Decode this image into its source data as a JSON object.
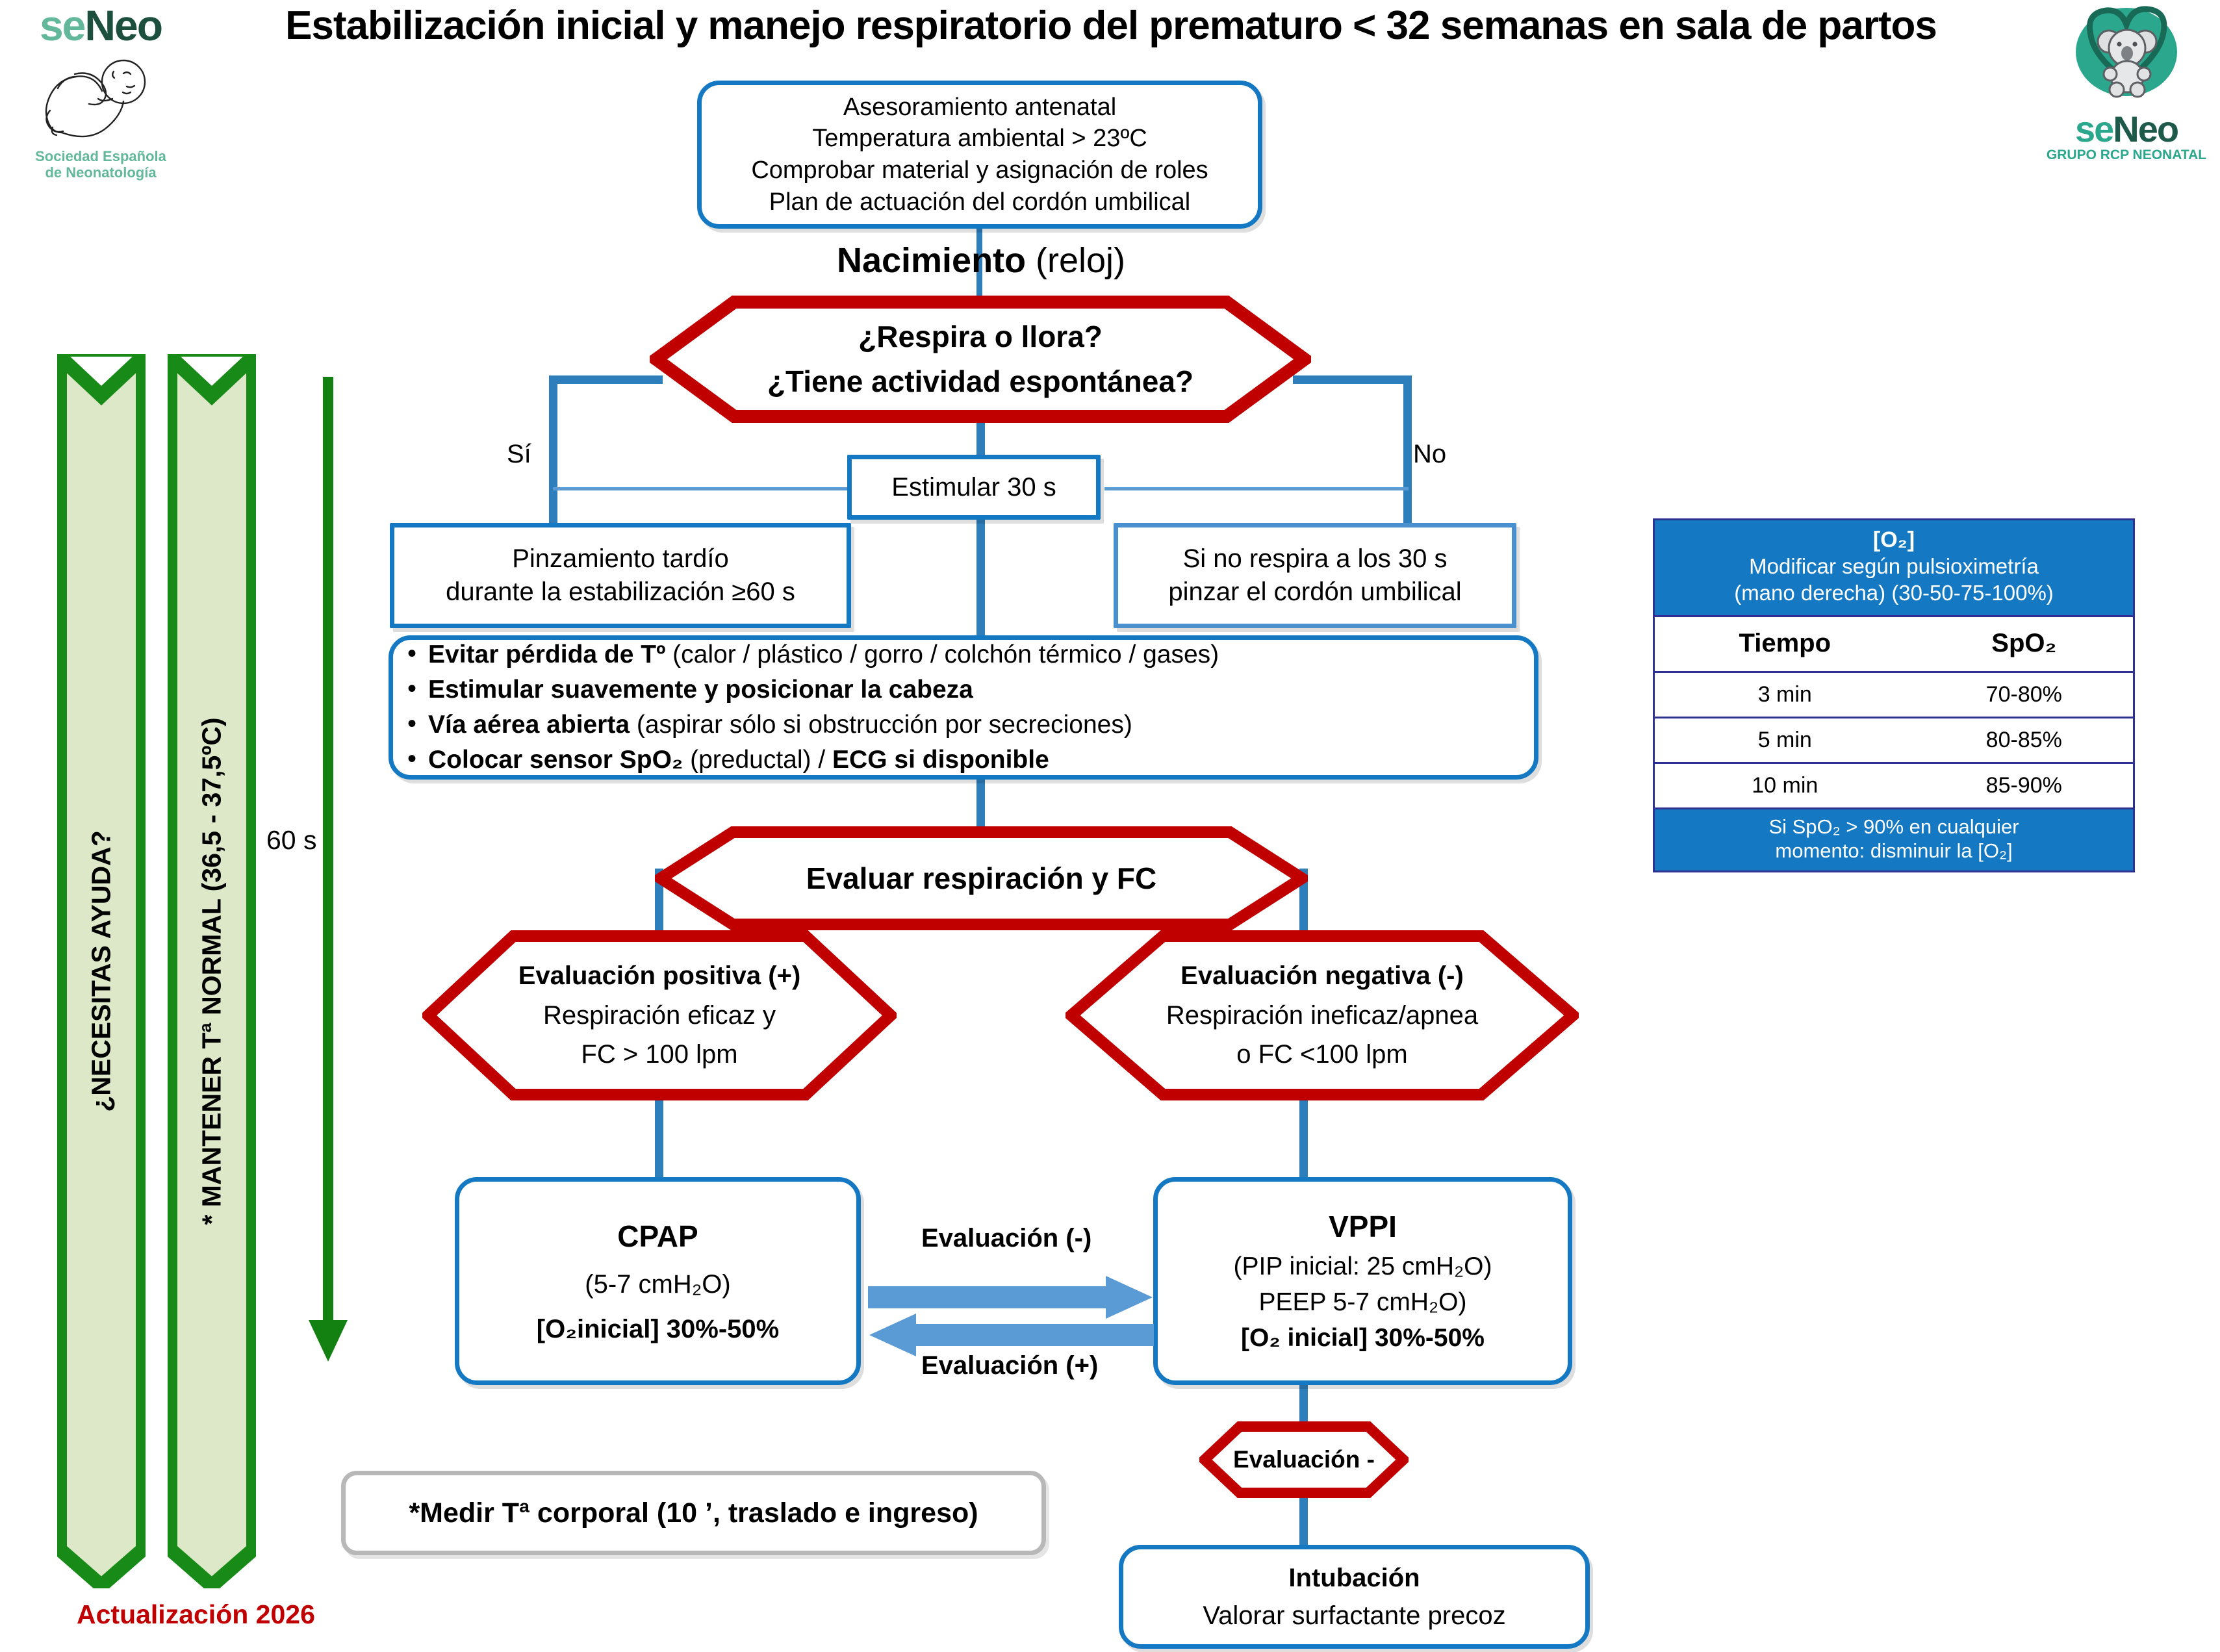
{
  "title": "Estabilización inicial y manejo respiratorio del prematuro < 32 semanas en sala de partos",
  "logo_left": {
    "wordmark_se": "se",
    "wordmark_neo": "Neo",
    "subtitle_line1": "Sociedad Española",
    "subtitle_line2": "de Neonatología",
    "icon": "sleeping-baby-illustration"
  },
  "logo_right": {
    "wordmark_se": "se",
    "wordmark_neo": "Neo",
    "subtitle": "GRUPO RCP NEONATAL",
    "icon": "koala-in-heart-illustration"
  },
  "left_arrows": [
    {
      "label": "¿NECESITAS AYUDA?"
    },
    {
      "label": "* MANTENER Tª  NORMAL (36,5 - 37,5ºC)"
    }
  ],
  "timer_arrow_label": "60 s",
  "footer_note": "Actualización 2026",
  "antenatal_box": {
    "lines": [
      "Asesoramiento antenatal",
      "Temperatura ambiental > 23ºC",
      "Comprobar material y asignación de roles",
      "Plan de actuación del cordón umbilical"
    ]
  },
  "birth_label": {
    "bold": "Nacimiento",
    "normal": " (reloj)"
  },
  "decision_breath": {
    "line1": "¿Respira o llora?",
    "line2": "¿Tiene actividad espontánea?"
  },
  "branch_yes": "Sí",
  "branch_no": "No",
  "stimulate_box": "Estimular 30 s",
  "clamp_delayed_box": {
    "line1": "Pinzamiento tardío",
    "line2": "durante la estabilización ≥60 s"
  },
  "clamp_nobreath_box": {
    "line1": "Si no respira  a los 30 s",
    "line2": "pinzar el cordón umbilical"
  },
  "steps_box": {
    "bullets": [
      {
        "bold": "Evitar pérdida de Tº",
        "rest": " (calor / plástico / gorro / colchón térmico / gases)"
      },
      {
        "bold": "Estimular suavemente y posicionar la cabeza",
        "rest": ""
      },
      {
        "bold": "Vía aérea abierta",
        "rest": " (aspirar sólo si obstrucción por secreciones)"
      },
      {
        "bold": "Colocar sensor SpO₂",
        "rest": " (preductal) / ",
        "bold2": "ECG si disponible"
      }
    ]
  },
  "evaluate_hex": "Evaluar respiración y FC",
  "eval_positive": {
    "line1": "Evaluación positiva (+)",
    "line2": "Respiración eficaz y",
    "line3": "FC > 100 lpm"
  },
  "eval_negative": {
    "line1": "Evaluación negativa (-)",
    "line2": "Respiración ineficaz/apnea",
    "line3": "o FC <100 lpm"
  },
  "cpap_box": {
    "title": "CPAP",
    "line2": "(5-7 cmH₂O)",
    "line3": "[O₂inicial] 30%-50%"
  },
  "vppi_box": {
    "title": "VPPI",
    "line2": "(PIP inicial: 25 cmH₂O)",
    "line3": "PEEP 5-7 cmH₂O)",
    "line4": "[O₂ inicial] 30%-50%"
  },
  "arrow_to_vppi_label": "Evaluación  (-)",
  "arrow_to_cpap_label": "Evaluación  (+)",
  "eval_neg_small_hex": "Evaluación -",
  "intubation_box": {
    "line1": "Intubación",
    "line2": "Valorar surfactante precoz"
  },
  "temp_note_box": "*Medir Tª corporal (10 ’, traslado e ingreso)",
  "o2_table": {
    "head_title": "[O₂]",
    "head_line2": "Modificar según pulsioximetría",
    "head_line3": "(mano derecha) (30-50-75-100%)",
    "columns": [
      "Tiempo",
      "SpO₂"
    ],
    "rows": [
      {
        "time": "3 min",
        "spo2": "70-80%"
      },
      {
        "time": "5 min",
        "spo2": "80-85%"
      },
      {
        "time": "10 min",
        "spo2": "85-90%"
      }
    ],
    "foot_line1": "Si SpO₂ > 90% en cualquier",
    "foot_line2": "momento: disminuir la [O₂]"
  },
  "colors": {
    "blue": "#1479C2",
    "red": "#C00000",
    "green_border": "#178A17",
    "green_fill": "#DCE8C8",
    "table_blue": "#1479C2",
    "table_border": "#2E3192",
    "grey": "#B8B8B8",
    "arrow_blue": "#5B9BD5"
  }
}
